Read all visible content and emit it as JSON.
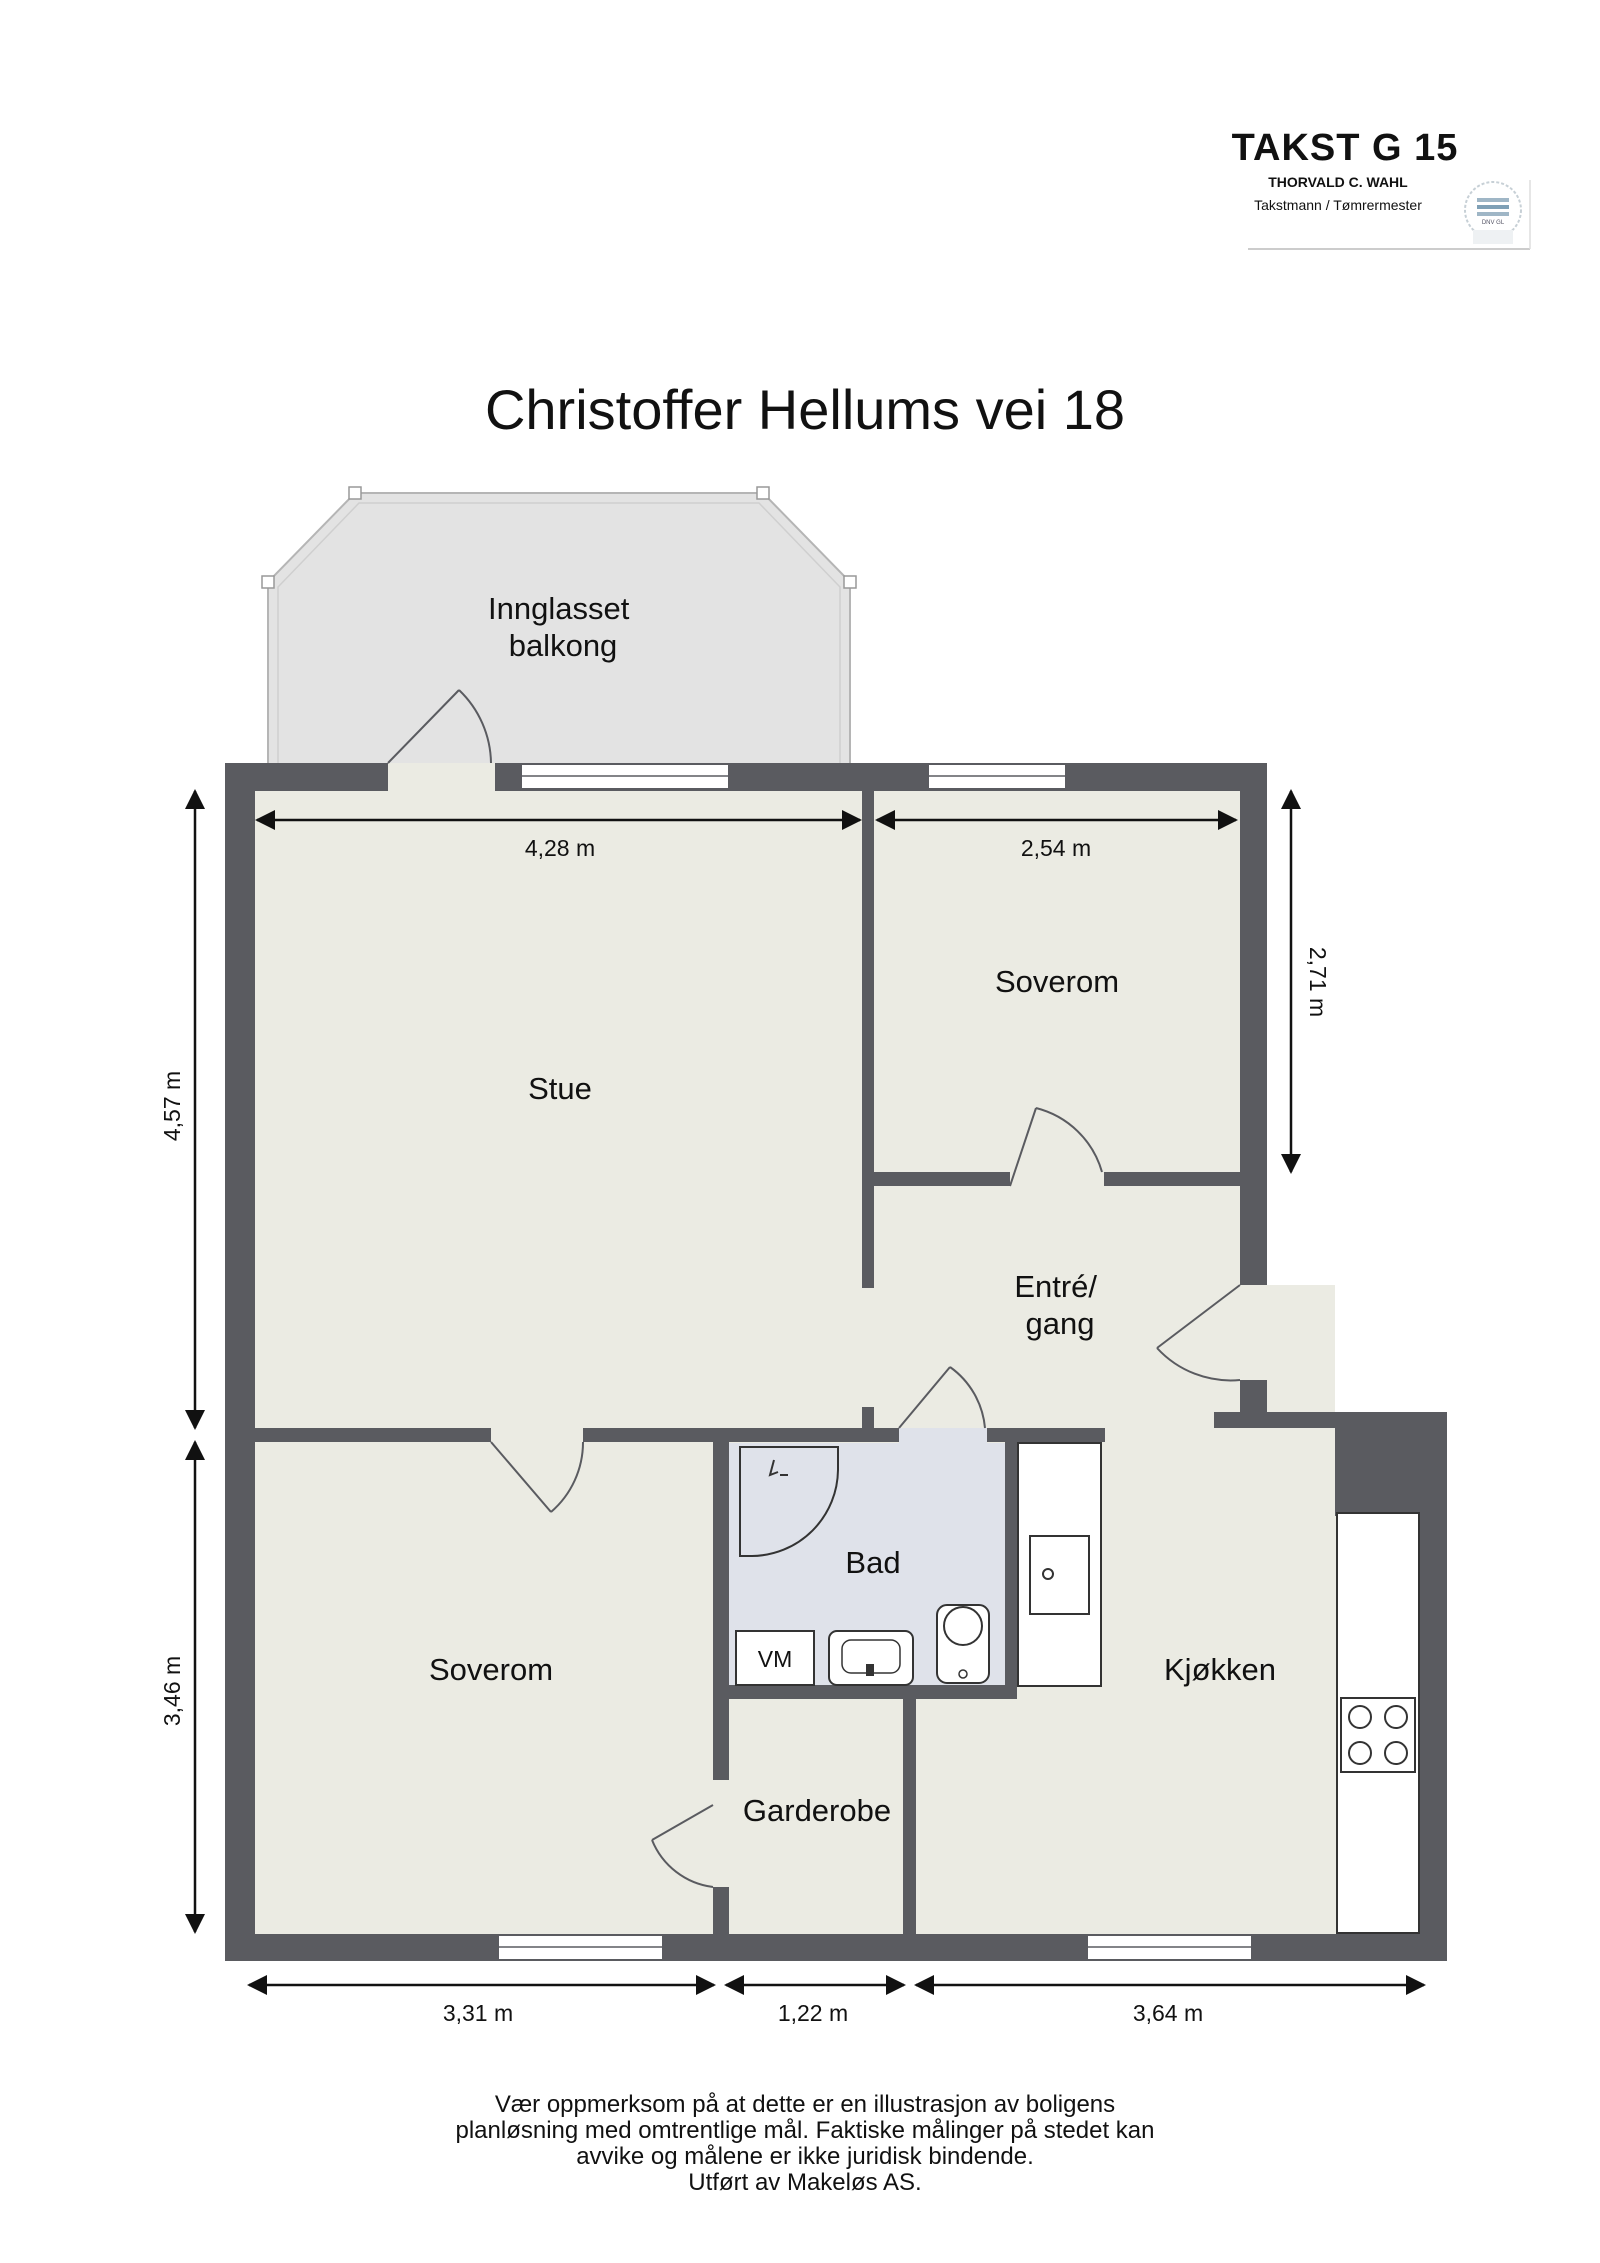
{
  "title": "Christoffer Hellums vei 18",
  "logo": {
    "name": "TAKST G 15",
    "person": "THORVALD C. WAHL",
    "profession": "Takstmann / Tømrermester",
    "seal_text": "DNV GL"
  },
  "rooms": {
    "balcony": "Innglasset\nbalkong",
    "living": "Stue",
    "bedroom_top": "Soverom",
    "hall": "Entré/\ngang",
    "bath": "Bad",
    "bedroom_bottom": "Soverom",
    "wardrobe": "Garderobe",
    "kitchen": "Kjøkken",
    "washer": "VM"
  },
  "dimensions": {
    "living_width": "4,28 m",
    "bedroom_top_width": "2,54 m",
    "bedroom_top_depth": "2,71 m",
    "left_upper": "4,57 m",
    "left_lower": "3,46 m",
    "bottom_left": "3,31 m",
    "bottom_mid": "1,22 m",
    "bottom_right": "3,64 m"
  },
  "disclaimer": [
    "Vær oppmerksom på at dette er en illustrasjon av boligens",
    "planløsning med omtrentlige mål. Faktiske målinger på stedet kan",
    "avvike og målene er ikke juridisk bindende.",
    "Utført av Makeløs AS."
  ],
  "colors": {
    "wall": "#5a5b60",
    "floor": "#ebebe3",
    "bath_floor": "#dfe2ea",
    "balcony_floor": "#e3e3e3",
    "fixture": "#ffffff"
  }
}
